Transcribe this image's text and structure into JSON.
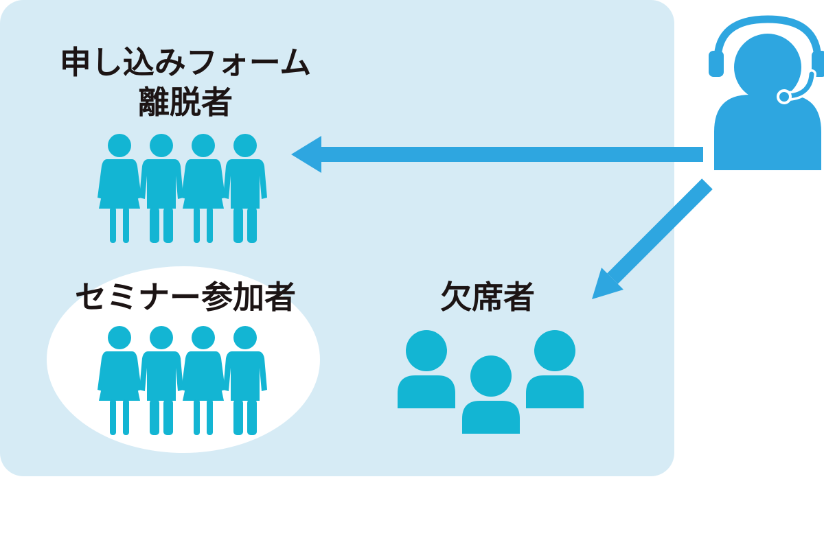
{
  "labels": {
    "form_line1": "申し込みフォーム",
    "form_line2": "離脱者",
    "seminar": "セミナー参加者",
    "absent": "欠席者"
  },
  "colors": {
    "panel_background": "#d6ebf5",
    "people": "#13b5d3",
    "operator": "#2ea6e0",
    "arrow": "#2ea6e0",
    "ellipse": "#ffffff",
    "text": "#1c1414"
  },
  "icons": {
    "operator": "headset-operator-icon",
    "group": "people-group-icon",
    "busts": "person-bust-icon"
  }
}
